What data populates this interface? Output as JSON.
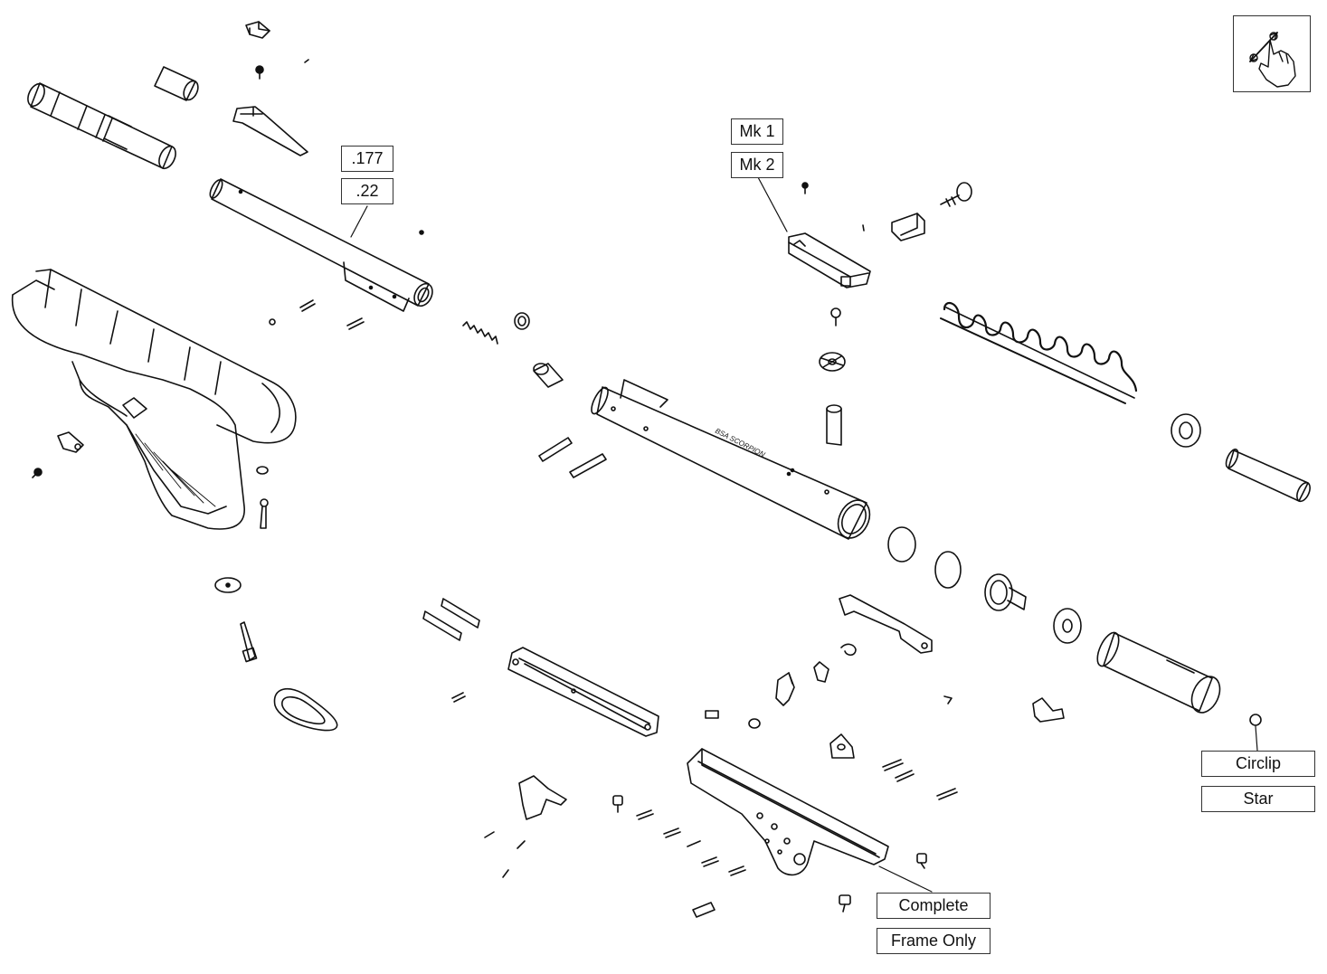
{
  "zoom_control": {
    "icon": "pinch-zoom-icon"
  },
  "labels": {
    "cal_177": ".177",
    "cal_22": ".22",
    "mk1": "Mk 1",
    "mk2": "Mk 2",
    "circlip": "Circlip",
    "star": "Star",
    "complete": "Complete",
    "frame_only": "Frame Only"
  },
  "diagram_text": {
    "body_stamp": "BSA SCORPION"
  }
}
